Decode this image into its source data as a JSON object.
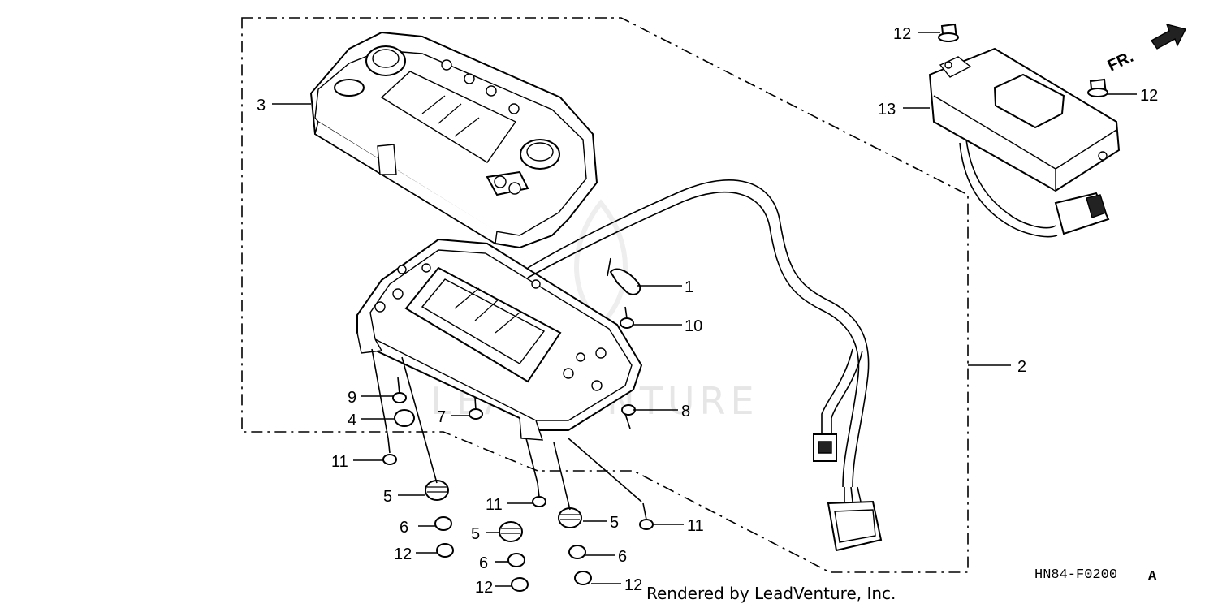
{
  "diagram_code": "HN84-F0200",
  "diagram_code_suffix": "A",
  "direction_label": "FR.",
  "credit": "Rendered by LeadVenture, Inc.",
  "watermark": "LEADVENTURE",
  "callouts": {
    "c1": "1",
    "c2": "2",
    "c3": "3",
    "c4": "4",
    "c5a": "5",
    "c5b": "5",
    "c5c": "5",
    "c6a": "6",
    "c6b": "6",
    "c6c": "6",
    "c7": "7",
    "c8": "8",
    "c9": "9",
    "c10": "10",
    "c11a": "11",
    "c11b": "11",
    "c11c": "11",
    "c12a": "12",
    "c12b": "12",
    "c12c": "12",
    "c12d": "12",
    "c12e": "12",
    "c13": "13"
  }
}
